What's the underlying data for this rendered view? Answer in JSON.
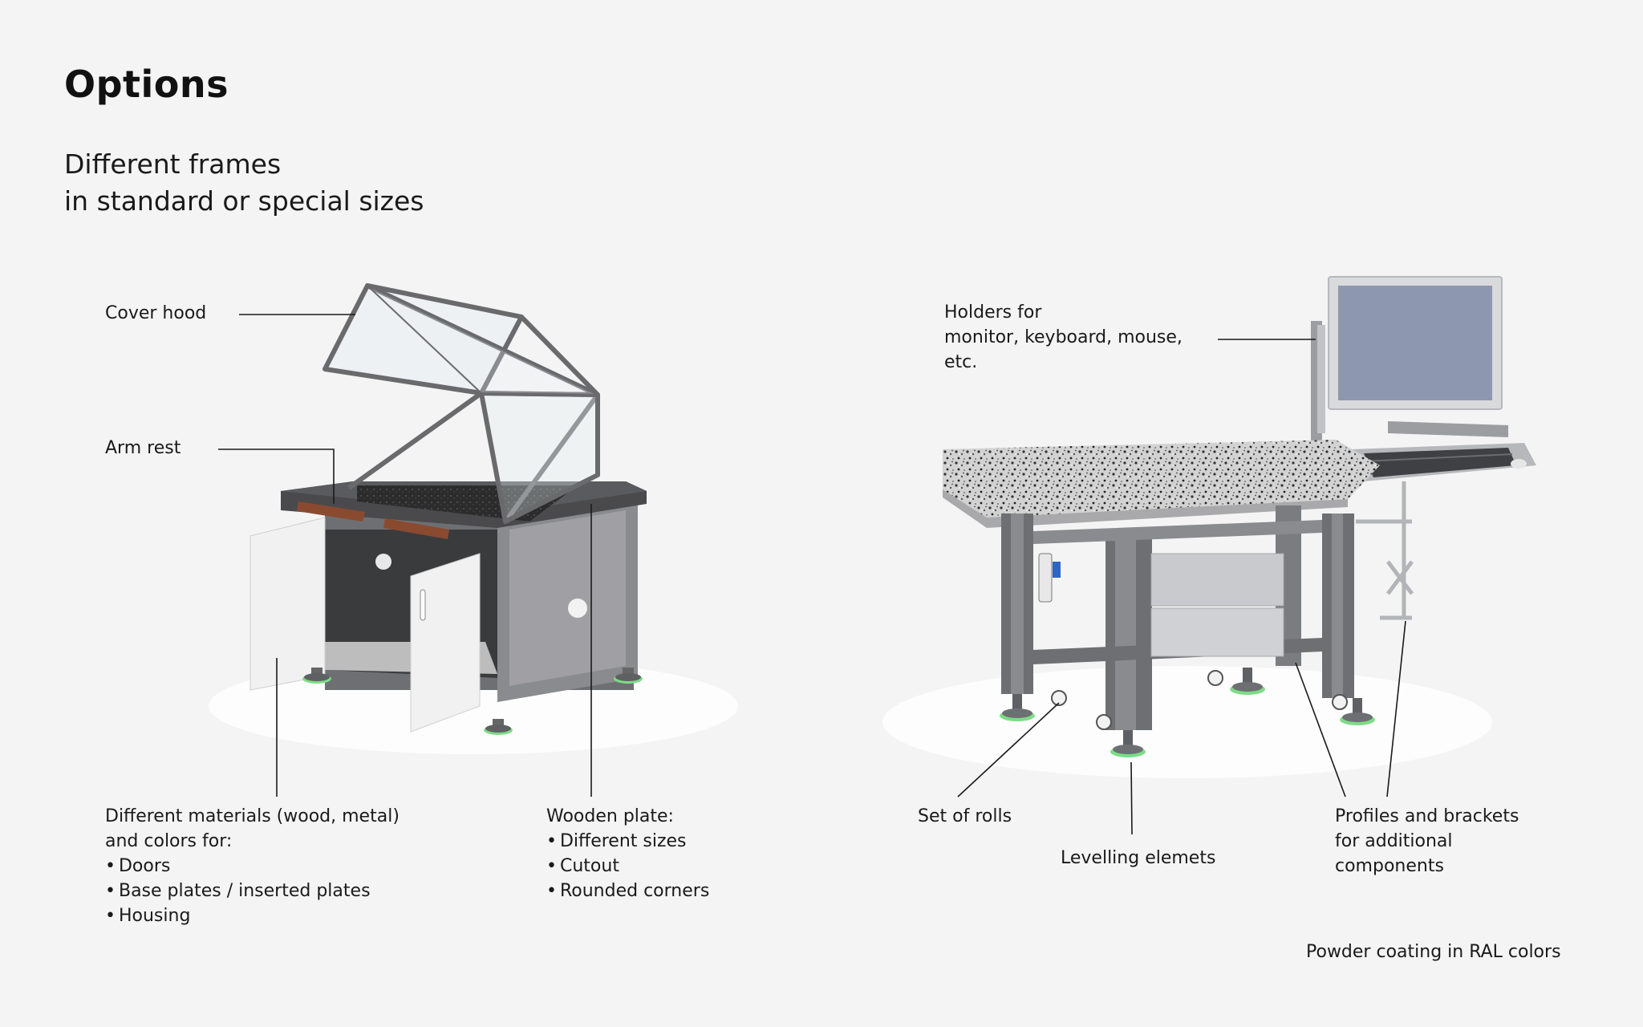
{
  "title": "Options",
  "subtitle": {
    "line1": "Different frames",
    "line2": "in standard or special sizes"
  },
  "left_labels": {
    "cover_hood": "Cover hood",
    "arm_rest": "Arm rest",
    "materials": {
      "line1": "Different materials (wood, metal)",
      "line2": "and colors for:",
      "bullets": [
        "Doors",
        "Base plates / inserted plates",
        "Housing"
      ]
    },
    "wooden_plate": {
      "heading": "Wooden plate:",
      "bullets": [
        "Different sizes",
        "Cutout",
        "Rounded corners"
      ]
    }
  },
  "right_labels": {
    "holders": {
      "line1": "Holders for",
      "line2": "monitor, keyboard, mouse,",
      "line3": "etc."
    },
    "set_of_rolls": "Set of rolls",
    "levelling": "Levelling elemets",
    "profiles": {
      "line1": "Profiles and brackets",
      "line2": "for additional",
      "line3": "components"
    }
  },
  "footer_note": "Powder coating in RAL colors",
  "colors": {
    "background": "#f4f4f4",
    "frame_gray": "#6e6f72",
    "frame_dark": "#55565a",
    "top_dark": "#4a4a4c",
    "wood": "#8a4a30",
    "foot_green": "#7ddc86",
    "monitor_screen": "#8d97b0",
    "granite": "#c9c9c9"
  },
  "icons": {
    "bullet": "bullet-dot"
  }
}
